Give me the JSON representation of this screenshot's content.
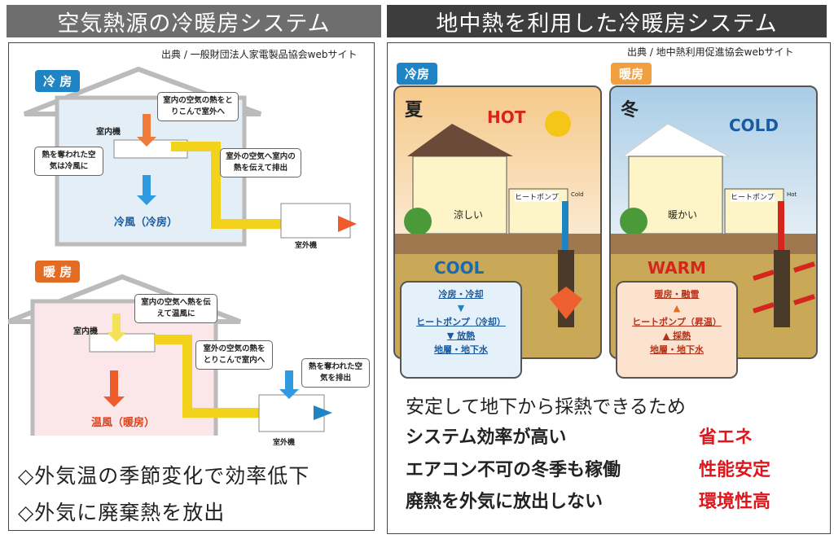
{
  "left": {
    "title": "空気熱源の冷暖房システム",
    "source": "出典 / 一般財団法人家電製品協会webサイト",
    "cooling": {
      "tag": "冷 房",
      "indoor_unit": "室内機",
      "bubble_top": "室内の空気の熱をとりこんで室外へ",
      "bubble_left": "熱を奪われた空気は冷風に",
      "bubble_right": "室外の空気へ室内の熱を伝えて排出",
      "result": "冷風（冷房）",
      "outdoor_unit": "室外機"
    },
    "heating": {
      "tag": "暖 房",
      "indoor_unit": "室内機",
      "bubble_top": "室内の空気へ熱を伝えて温風に",
      "bubble_mid": "室外の空気の熱をとりこんで室内へ",
      "bubble_right": "熱を奪われた空気を排出",
      "result": "温風（暖房）",
      "outdoor_unit": "室外機"
    },
    "points": [
      "◇外気温の季節変化で効率低下",
      "◇外気に廃棄熱を放出"
    ]
  },
  "right": {
    "title": "地中熱を利用した冷暖房システム",
    "source": "出典 / 地中熱利用促進協会webサイト",
    "summer": {
      "tag": "冷房",
      "season": "夏",
      "air": "HOT",
      "ground": "COOL",
      "feel": "涼しい",
      "heatpump": "ヒートポンプ",
      "pipe": "Cold",
      "flow": [
        "冷房・冷却",
        "ヒートポンプ（冷却）",
        "放熱",
        "地層・地下水"
      ]
    },
    "winter": {
      "tag": "暖房",
      "season": "冬",
      "air": "COLD",
      "ground": "WARM",
      "feel": "暖かい",
      "heatpump": "ヒートポンプ",
      "pipe": "Hot",
      "flow": [
        "暖房・融雪",
        "ヒートポンプ（昇温）",
        "採熱",
        "地層・地下水"
      ]
    },
    "lead": "安定して地下から採熱できるため",
    "benefits": [
      {
        "text": "システム効率が高い",
        "label": "省エネ"
      },
      {
        "text": "エアコン不可の冬季も稼働",
        "label": "性能安定"
      },
      {
        "text": "廃熱を外気に放出しない",
        "label": "環境性高"
      }
    ]
  }
}
